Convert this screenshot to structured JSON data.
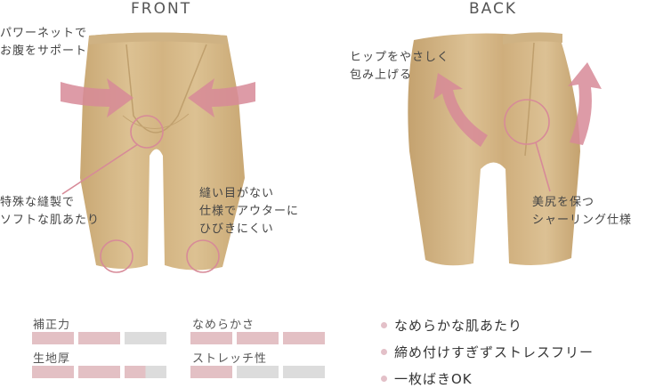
{
  "views": {
    "front": {
      "title": "FRONT",
      "callouts": {
        "tummy": "パワーネットで\nお腹をサポート",
        "seam": "特殊な縫製で\nソフトな肌あたり",
        "hem": "縫い目がない\n仕様でアウターに\nひびきにくい"
      }
    },
    "back": {
      "title": "BACK",
      "callouts": {
        "hip": "ヒップをやさしく\n包み上げる",
        "shirring": "美尻を保つ\nシャーリング仕様"
      }
    }
  },
  "ratings": [
    {
      "label": "補正力",
      "level": 2,
      "max": 3
    },
    {
      "label": "なめらかさ",
      "level": 3,
      "max": 3
    },
    {
      "label": "生地厚",
      "level": 2.5,
      "max": 3
    },
    {
      "label": "ストレッチ性",
      "level": 1,
      "max": 3
    }
  ],
  "features": [
    "なめらかな肌あたり",
    "締め付けすぎずストレスフリー",
    "一枚ばきOK"
  ],
  "colors": {
    "fabric": "#d9bd8e",
    "fabric_shadow": "#c7a675",
    "accent": "#d78a98",
    "rating_filled": "#e3c0c4",
    "rating_empty": "#dcdcdc",
    "bullet": "#e3c0c8"
  }
}
